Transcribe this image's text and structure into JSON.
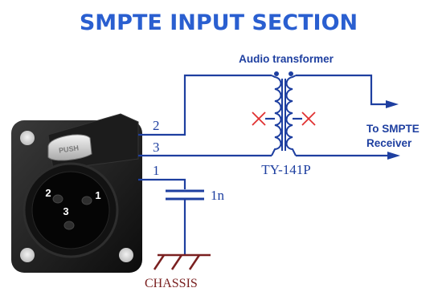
{
  "title": "SMPTE INPUT SECTION",
  "transformer": {
    "label": "Audio transformer",
    "model": "TY-141P"
  },
  "output_label": {
    "line1": "To SMPTE",
    "line2": "Receiver"
  },
  "wires": {
    "pin2": "2",
    "pin3": "3",
    "pin1": "1"
  },
  "capacitor": {
    "value": "1n"
  },
  "ground": {
    "label": "CHASSIS"
  },
  "connector": {
    "pin_labels": [
      "2",
      "3",
      "1"
    ],
    "latch_text": "PUSH"
  },
  "colors": {
    "title": "#2a5fd0",
    "wire": "#1e3fa0",
    "ground": "#7a2020",
    "unconnected_mark": "#e03030",
    "connector_body": "#1a1a1a"
  }
}
